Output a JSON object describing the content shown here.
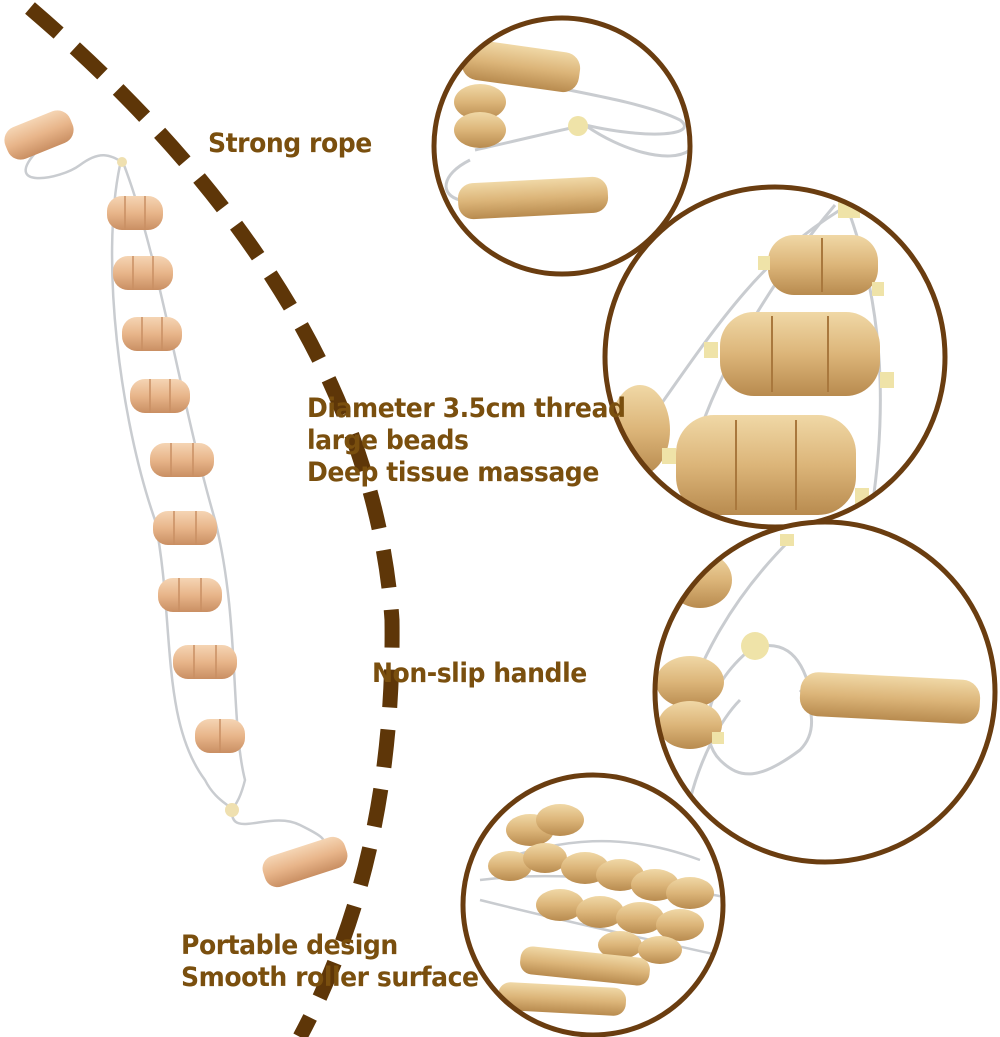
{
  "callouts": {
    "strong_rope": "Strong rope",
    "beads": [
      "Diameter 3.5cm thread",
      "large beads",
      "Deep tissue massage"
    ],
    "handle": "Non-slip handle",
    "design": [
      "Portable design",
      "Smooth roller surface"
    ]
  },
  "colors": {
    "callout_text": "#7a4f0e",
    "dashed_arc": "#5e3608",
    "circle_border": "#6a3d10",
    "wood_left": "#e8b98f",
    "wood_detail": "#d9b47c",
    "rope": "#c9ccd0"
  },
  "icons": [
    "wooden-roller-massager-image",
    "rope-detail-image",
    "bead-detail-image",
    "handle-detail-image",
    "product-detail-image"
  ]
}
